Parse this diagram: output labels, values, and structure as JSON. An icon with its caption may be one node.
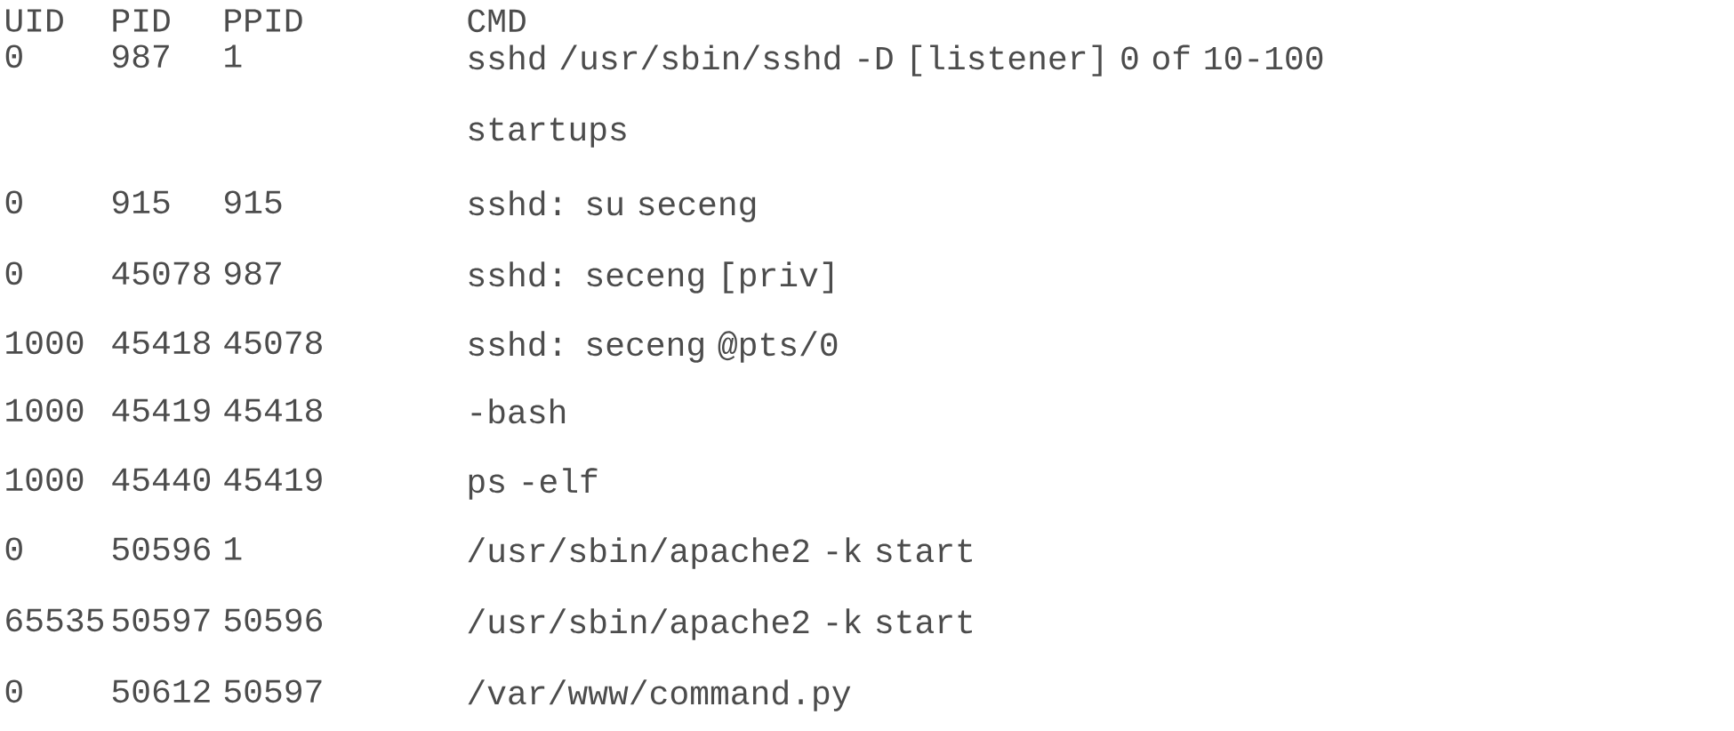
{
  "diagram": {
    "labels": [
      "UID",
      "PID",
      "PPID",
      "CMD",
      "0",
      "987",
      "1",
      "sshd /usr/sbin/sshd -D [listener] 0 of 10-100 startups",
      "0",
      "915",
      "915",
      "sshd: su seceng",
      "0",
      "45078",
      "987",
      "sshd: seceng [priv]",
      "1000",
      "45418",
      "45078",
      "sshd: seceng @pts/0",
      "1000",
      "45419",
      "45418",
      "-bash",
      "1000",
      "45440",
      "45419",
      "ps -elf",
      "0",
      "50596",
      "1",
      "/usr/sbin/apache2 -k start",
      "65535",
      "50597",
      "50596",
      "/usr/sbin/apache2 -k start",
      "0",
      "50612",
      "50597",
      "/var/www/command.py"
    ]
  }
}
